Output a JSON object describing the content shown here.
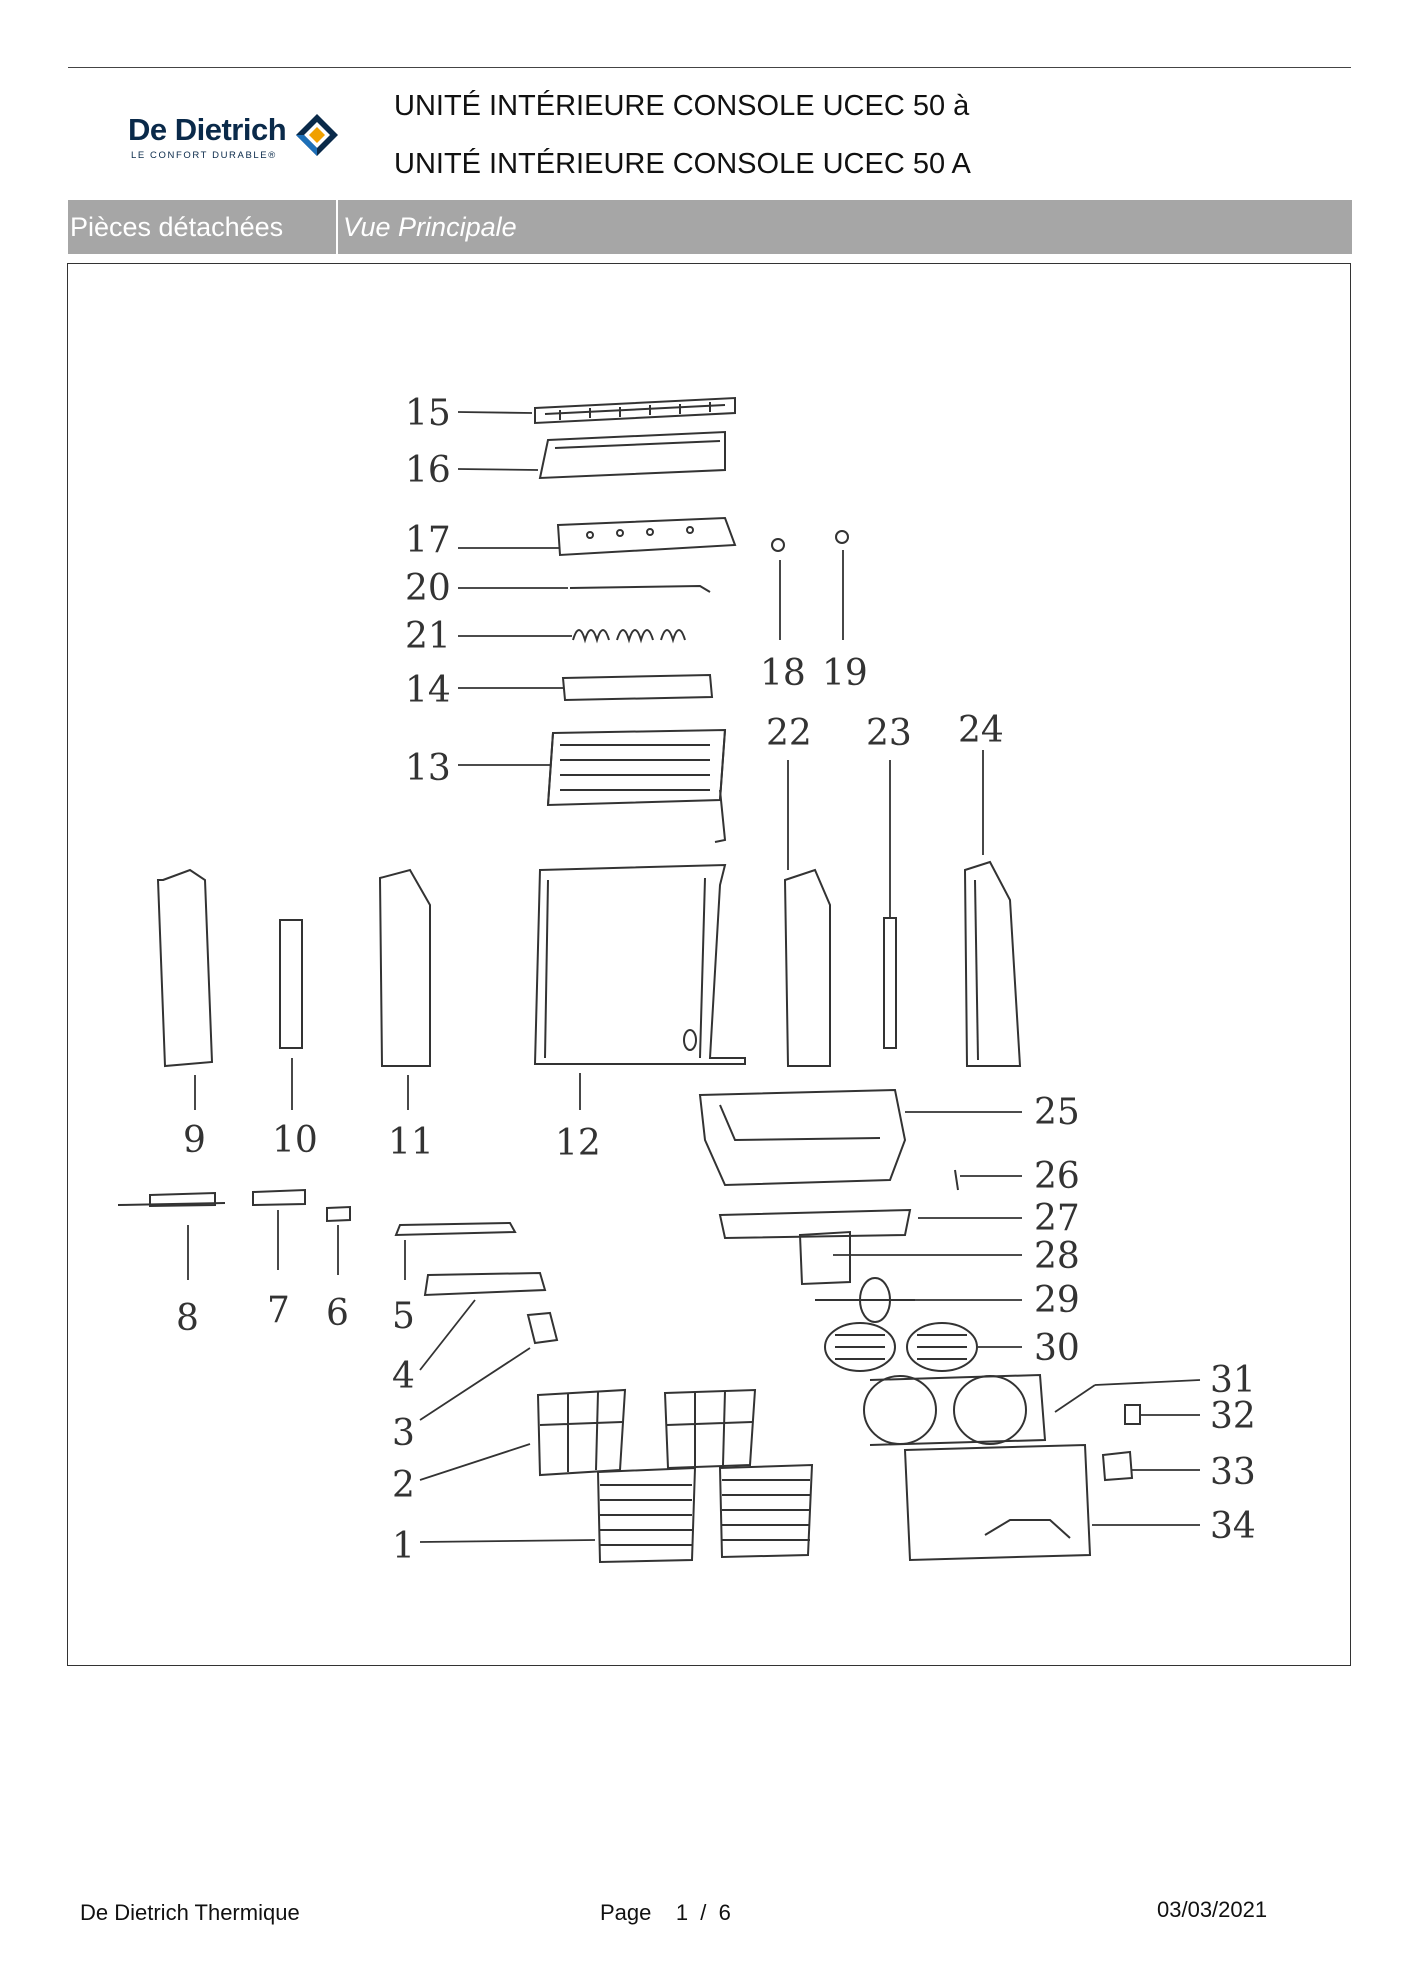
{
  "header": {
    "logo_name": "De Dietrich",
    "logo_tagline": "LE CONFORT DURABLE®",
    "title_line_1": "UNITÉ INTÉRIEURE CONSOLE UCEC 50 à",
    "title_line_2": "UNITÉ INTÉRIEURE CONSOLE UCEC 50 A"
  },
  "section": {
    "label": "Pièces détachées",
    "view": "Vue Principale"
  },
  "diagram": {
    "callouts": [
      "1",
      "2",
      "3",
      "4",
      "5",
      "6",
      "7",
      "8",
      "9",
      "10",
      "11",
      "12",
      "13",
      "14",
      "15",
      "16",
      "17",
      "18",
      "19",
      "20",
      "21",
      "22",
      "23",
      "24",
      "25",
      "26",
      "27",
      "28",
      "29",
      "30",
      "31",
      "32",
      "33",
      "34"
    ]
  },
  "footer": {
    "company": "De Dietrich Thermique",
    "page": "Page    1  /  6",
    "date": "03/03/2021"
  },
  "colors": {
    "brand": "#0a2a4a",
    "brand_accent": "#f0a000",
    "section_bar": "#a6a6a6"
  }
}
